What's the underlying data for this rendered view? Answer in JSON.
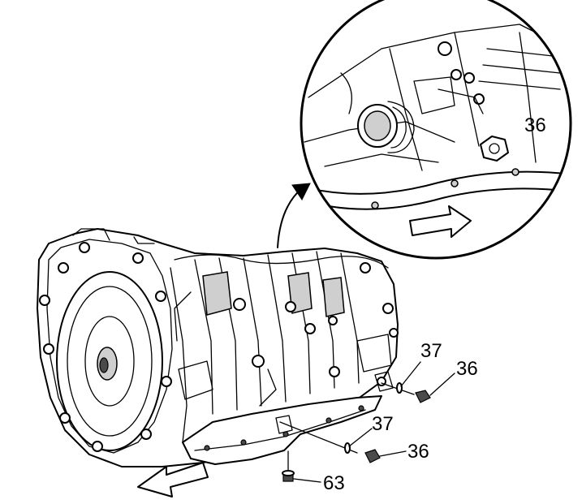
{
  "callouts": {
    "detail_bolt": "36",
    "upper_washer": "37",
    "upper_bolt": "36",
    "lower_washer": "37",
    "lower_bolt": "36",
    "drain_plug": "63"
  },
  "colors": {
    "ink": "#000000",
    "paper": "#ffffff",
    "shade": "#cfcfcf"
  }
}
